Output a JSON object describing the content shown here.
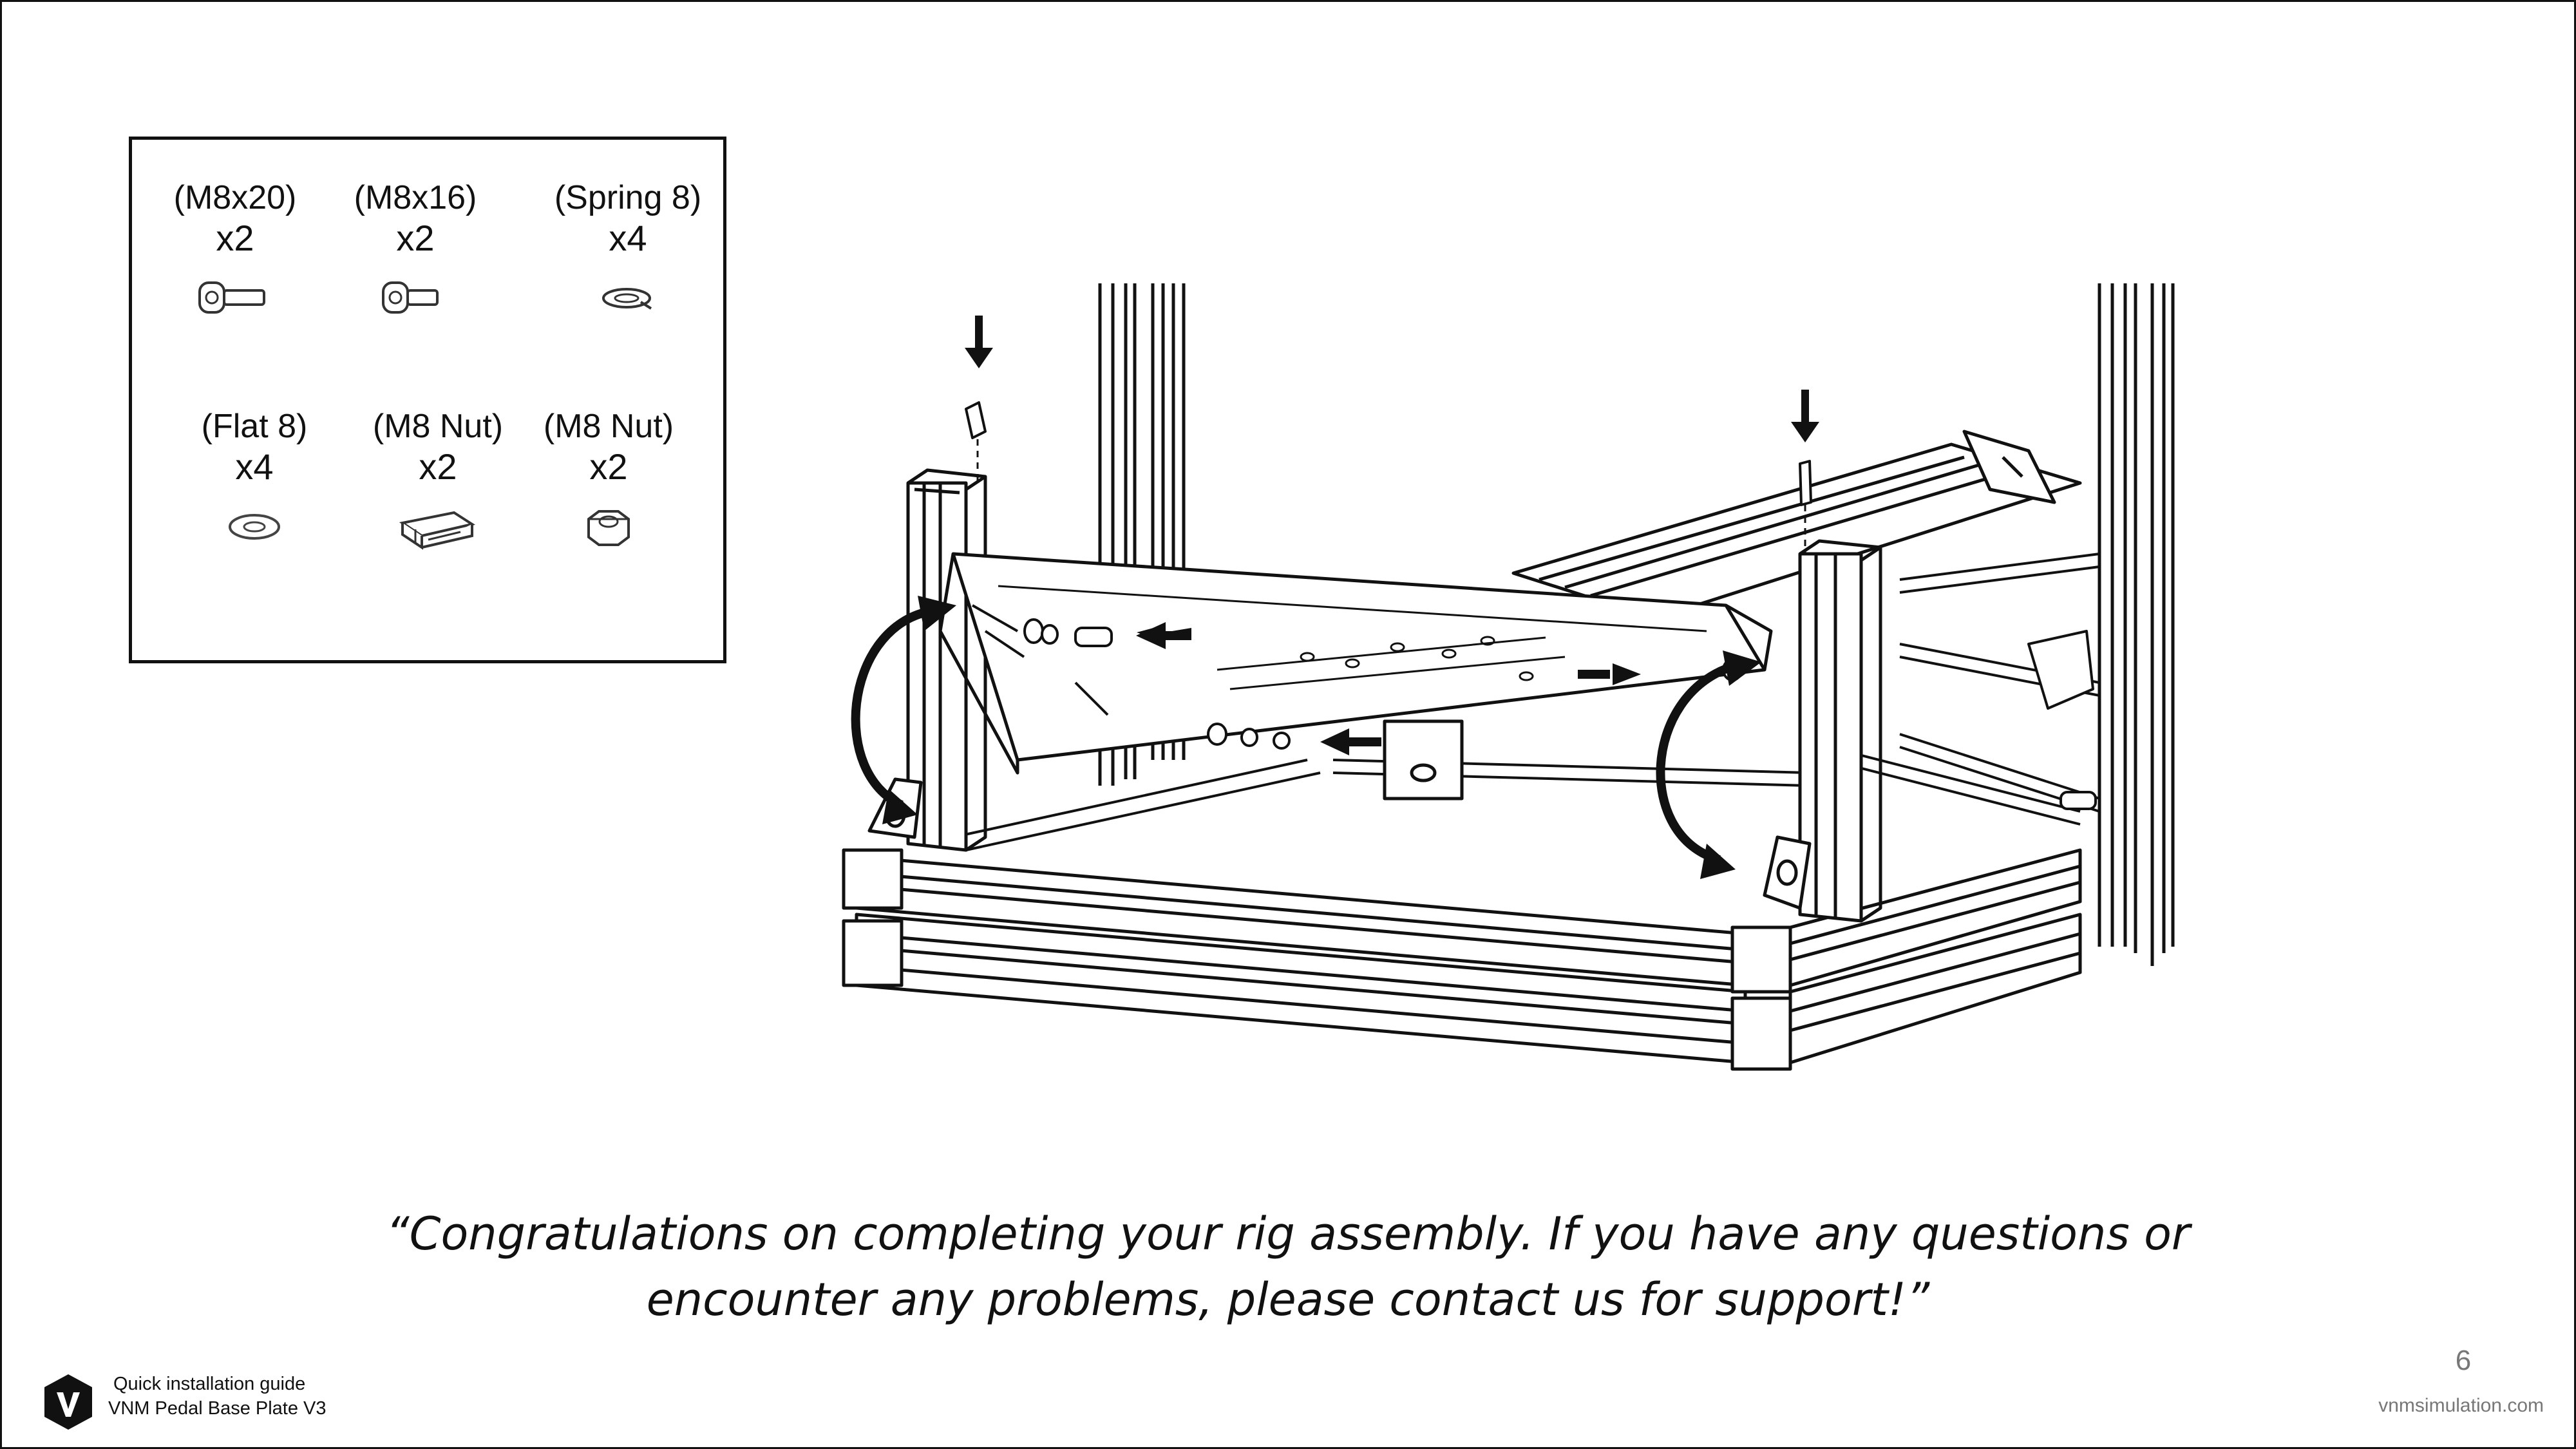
{
  "parts": [
    {
      "name": "(M8x20)",
      "qty": "x2",
      "icon": "bolt-icon"
    },
    {
      "name": "(M8x16)",
      "qty": "x2",
      "icon": "bolt-icon"
    },
    {
      "name": "(Spring 8)",
      "qty": "x4",
      "icon": "spring-washer-icon"
    },
    {
      "name": "(Flat 8)",
      "qty": "x4",
      "icon": "flat-washer-icon"
    },
    {
      "name": "(M8 Nut)",
      "qty": "x2",
      "icon": "t-nut-icon"
    },
    {
      "name": "(M8 Nut)",
      "qty": "x2",
      "icon": "hex-nut-icon"
    }
  ],
  "quote": {
    "line1": "“Congratulations on completing your rig assembly. If you have any questions or",
    "line2": "encounter any problems, please contact us for support!”"
  },
  "footer": {
    "guide_line1": "Quick installation guide",
    "guide_line2": "VNM Pedal Base Plate V3",
    "page_number": "6",
    "website": "vnmsimulation.com"
  },
  "colors": {
    "line": "#111111",
    "muted": "#777777",
    "background": "#ffffff"
  }
}
